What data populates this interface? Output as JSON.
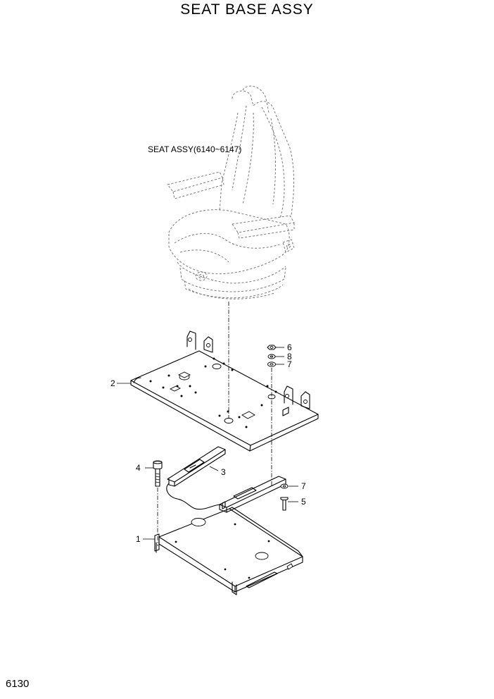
{
  "title": "SEAT BASE ASSY",
  "page_number": "6130",
  "seat_label": "SEAT ASSY(6140~6147)",
  "callouts": {
    "c1": "1",
    "c2": "2",
    "c3": "3",
    "c4": "4",
    "c5": "5",
    "c6": "6",
    "c8": "8",
    "c7a": "7",
    "c7b": "7"
  }
}
